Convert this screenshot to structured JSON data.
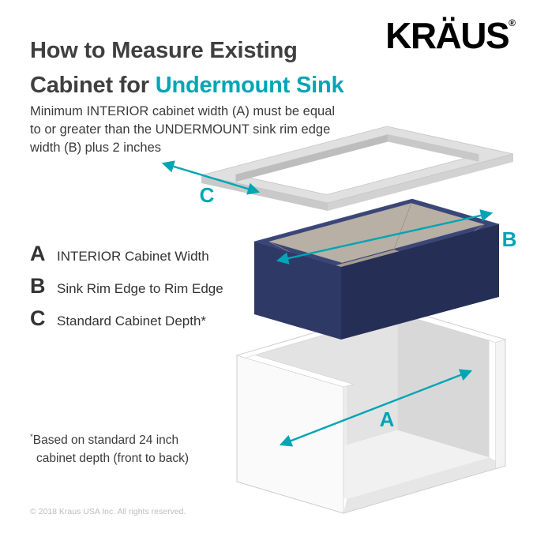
{
  "colors": {
    "accent": "#00a5b5",
    "navy_front": "#2e3966",
    "navy_side": "#252e54",
    "heading_text": "#3f3f3f",
    "copyright_gray": "#bdbdbd"
  },
  "header": {
    "title_line1": "How to Measure Existing",
    "title_line2_prefix": "Cabinet for ",
    "title_highlight": "Undermount Sink",
    "logo": "KRÄUS",
    "registered_mark": "®"
  },
  "intro": {
    "text": "Minimum INTERIOR cabinet width (A) must be equal to or greater than the UNDERMOUNT sink rim edge width (B) plus 2 inches"
  },
  "legend": {
    "items": [
      {
        "key": "A",
        "label": "INTERIOR Cabinet Width"
      },
      {
        "key": "B",
        "label": "Sink Rim Edge to Rim Edge"
      },
      {
        "key": "C",
        "label": "Standard Cabinet Depth*"
      }
    ]
  },
  "diagram": {
    "label_a": "A",
    "label_b": "B",
    "label_c": "C"
  },
  "footnote": {
    "marker": "*",
    "line1": "Based on standard 24 inch",
    "line2": "cabinet depth (front to back)"
  },
  "footer": {
    "copyright": "© 2018 Kraus USA Inc. All rights reserved."
  }
}
